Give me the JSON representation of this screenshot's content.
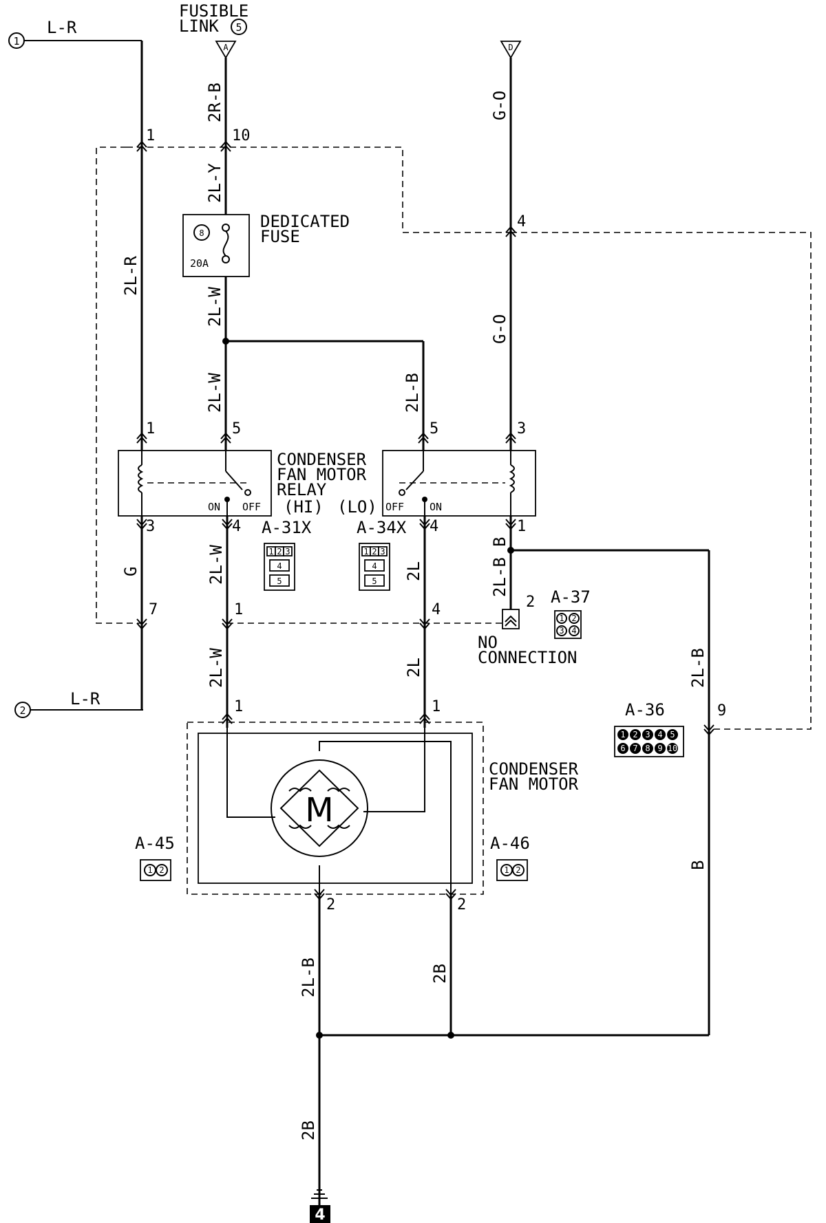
{
  "offpage_refs": {
    "ref1": "1",
    "ref2": "2"
  },
  "fusible_link": {
    "line1": "FUSIBLE",
    "line2": "LINK",
    "number": "5",
    "terminal": "A"
  },
  "right_terminal": "D",
  "wires": {
    "top_left_color": "L-R",
    "bottom_left_color": "L-R",
    "fusible_out": "2R-B",
    "fuse_in": "2L-Y",
    "left_main": "2L-R",
    "fuse_out": "2L-W",
    "hi_supply": "2L-W",
    "lo_supply": "2L-B",
    "right_top": "G-O",
    "right_mid": "G-O",
    "hi_coil_out": "G",
    "hi_out": "2L-W",
    "lo_out": "2L",
    "lo_coil_gnd_a": "B",
    "lo_coil_gnd_b": "2L-B",
    "hi_to_motor": "2L-W",
    "lo_to_motor": "2L",
    "right_gnd_top": "2L-B",
    "right_gnd_bottom": "B",
    "motor_gnd_left": "2L-B",
    "motor_gnd_right": "2B",
    "ground_main": "2B"
  },
  "pins": {
    "top_left": "1",
    "top_mid": "10",
    "right_junction": "4",
    "hi_coil_in": "1",
    "hi_sw_in": "5",
    "hi_coil_out": "3",
    "hi_sw_out": "4",
    "lo_sw_in": "5",
    "lo_coil_in": "3",
    "lo_sw_out": "4",
    "lo_coil_out": "1",
    "left_lower": "7",
    "hi_lower": "1",
    "lo_lower": "4",
    "nc_pin": "2",
    "motor_hi_in": "1",
    "motor_lo_in": "1",
    "motor_left_out": "2",
    "motor_right_out": "2",
    "right_gnd": "9"
  },
  "dedicated_fuse": {
    "label_line1": "DEDICATED",
    "label_line2": "FUSE",
    "number": "8",
    "rating": "20A"
  },
  "relay": {
    "label_line1": "CONDENSER",
    "label_line2": "FAN MOTOR",
    "label_line3": "RELAY",
    "hi_tag": "(HI)",
    "lo_tag": "(LO)",
    "on": "ON",
    "off": "OFF"
  },
  "connectors": {
    "a31x": {
      "id": "A-31X",
      "pins_row1": [
        "1",
        "2",
        "3"
      ],
      "pin_mid": "4",
      "pin_bot": "5"
    },
    "a34x": {
      "id": "A-34X",
      "pins_row1": [
        "1",
        "2",
        "3"
      ],
      "pin_mid": "4",
      "pin_bot": "5"
    },
    "a37": {
      "id": "A-37",
      "pins": [
        "1",
        "2",
        "3",
        "4"
      ]
    },
    "a36": {
      "id": "A-36",
      "row1": [
        "1",
        "2",
        "3",
        "4",
        "5"
      ],
      "row2": [
        "6",
        "7",
        "8",
        "9",
        "10"
      ]
    },
    "a45": {
      "id": "A-45",
      "pins": [
        "1",
        "2"
      ]
    },
    "a46": {
      "id": "A-46",
      "pins": [
        "1",
        "2"
      ]
    }
  },
  "no_connection": {
    "line1": "NO",
    "line2": "CONNECTION"
  },
  "motor": {
    "label_line1": "CONDENSER",
    "label_line2": "FAN MOTOR",
    "symbol": "M"
  },
  "ground": {
    "number": "4"
  }
}
